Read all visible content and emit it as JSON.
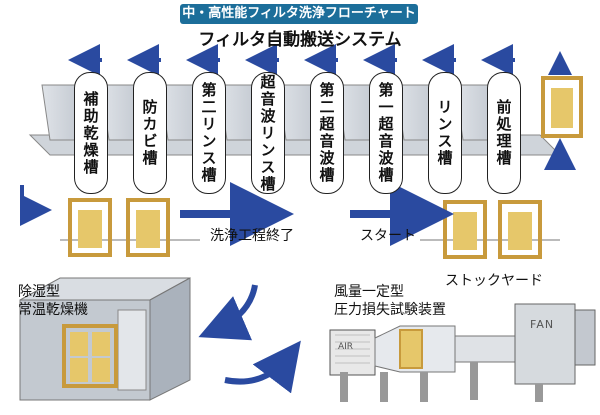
{
  "header": {
    "badge": "中・高性能フィルタ洗浄フローチャート",
    "title": "フィルタ自動搬送システム"
  },
  "tanks": [
    {
      "label": "補助乾燥槽"
    },
    {
      "label": "防カビ槽"
    },
    {
      "label": "第二リンス槽"
    },
    {
      "label": "超音波リンス槽"
    },
    {
      "label": "第二超音波槽"
    },
    {
      "label": "第一超音波槽"
    },
    {
      "label": "リンス槽"
    },
    {
      "label": "前処理槽"
    }
  ],
  "labels": {
    "wash_end": "洗浄工程終了",
    "start": "スタート",
    "stock_yard": "ストックヤード",
    "dryer": "除湿型\n常温乾燥機",
    "tester": "風量一定型\n圧力損失試験装置",
    "air": "AIR",
    "fan": "FAN"
  },
  "colors": {
    "badge": "#1c6e9a",
    "arrow": "#2a4aa0",
    "frame": "#c89a3c"
  }
}
